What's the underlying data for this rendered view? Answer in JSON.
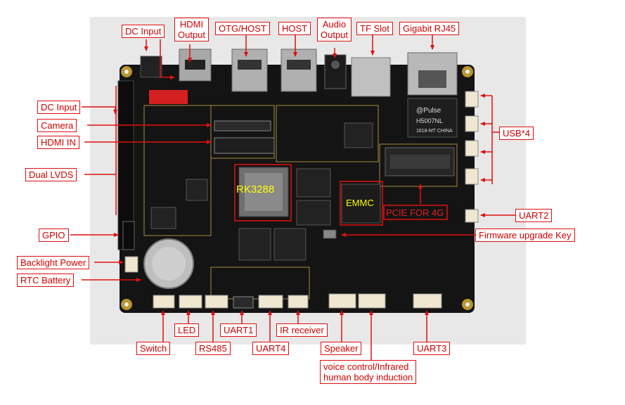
{
  "board": {
    "soc_label": "RK3288",
    "emmc_label": "EMMC",
    "pcie_label": "PCIE FOR 4G",
    "pulse_brand": "@Pulse",
    "pulse_part": "H5007NL",
    "pulse_code": "1618-MT CHINA"
  },
  "labels": {
    "dc_input_top": "DC Input",
    "hdmi_output": "HDMI\nOutput",
    "otg_host": "OTG/HOST",
    "host": "HOST",
    "audio_output": "Audio\nOutput",
    "tf_slot": "TF Slot",
    "gigabit_rj45": "Gigabit RJ45",
    "dc_input_left": "DC Input",
    "camera": "Camera",
    "hdmi_in": "HDMI IN",
    "dual_lvds": "Dual LVDS",
    "gpio": "GPIO",
    "backlight_power": "Backlight Power",
    "rtc_battery": "RTC Battery",
    "usb4": "USB*4",
    "uart2": "UART2",
    "firmware_key": "Firmware upgrade Key",
    "switch": "Switch",
    "led": "LED",
    "rs485": "RS485",
    "uart1": "UART1",
    "uart4": "UART4",
    "ir_receiver": "IR receiver",
    "speaker": "Speaker",
    "voice_control": "voice control/Infrared\nhuman body induction",
    "uart3": "UART3"
  }
}
